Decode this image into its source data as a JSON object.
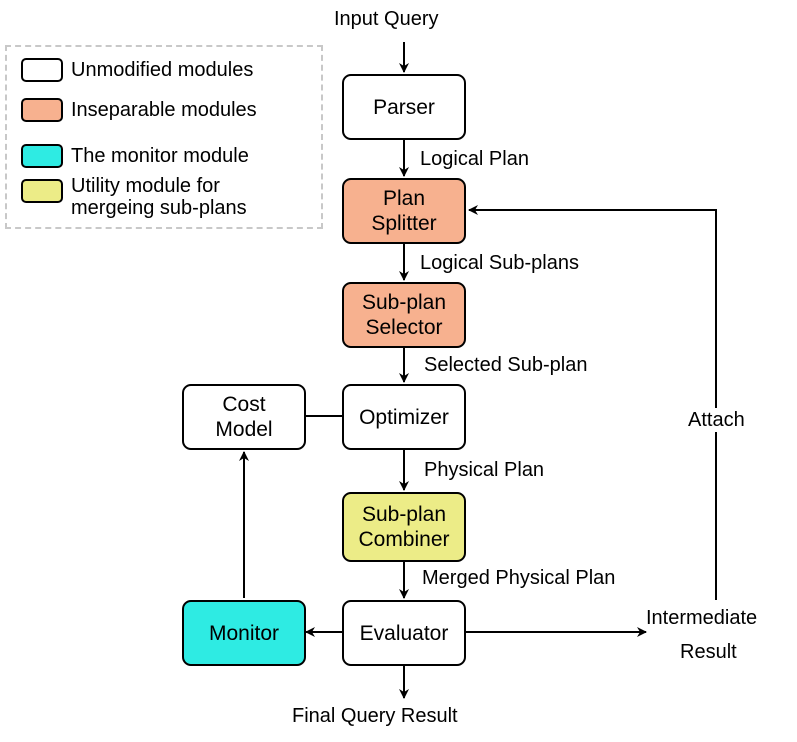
{
  "legend": {
    "unmodified": "Unmodified modules",
    "inseparable": "Inseparable modules",
    "monitor": "The monitor module",
    "utility_line1": "Utility module for",
    "utility_line2": "mergeing sub-plans"
  },
  "modules": {
    "parser": "Parser",
    "splitter_line1": "Plan",
    "splitter_line2": "Splitter",
    "selector_line1": "Sub-plan",
    "selector_line2": "Selector",
    "optimizer": "Optimizer",
    "cost_line1": "Cost",
    "cost_line2": "Model",
    "combiner_line1": "Sub-plan",
    "combiner_line2": "Combiner",
    "evaluator": "Evaluator",
    "monitor": "Monitor"
  },
  "edges": {
    "input_query": "Input Query",
    "logical_plan": "Logical Plan",
    "logical_subplans": "Logical Sub-plans",
    "selected_subplan": "Selected Sub-plan",
    "physical_plan": "Physical Plan",
    "merged_physical_plan": "Merged Physical Plan",
    "final_query_result": "Final Query Result",
    "intermediate_line1": "Intermediate",
    "intermediate_line2": "Result",
    "attach": "Attach"
  },
  "colors": {
    "unmodified": "#ffffff",
    "inseparable": "#f7b18f",
    "monitor": "#2eebe3",
    "utility": "#ecec87",
    "legend_border": "#c8c8c8"
  }
}
